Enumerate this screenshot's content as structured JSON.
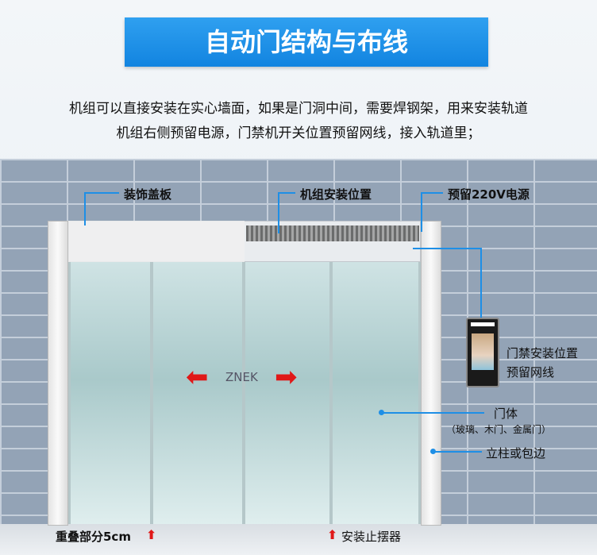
{
  "title": "自动门结构与布线",
  "intro": [
    "机组可以直接安装在实心墙面，如果是门洞中间，需要焊钢架，用来安装轨道",
    "机组右侧预留电源，门禁机开关位置预留网线，接入轨道里；"
  ],
  "labels": {
    "cover": "装饰盖板",
    "unit": "机组安装位置",
    "power": "预留220V电源",
    "access": "门禁安装位置",
    "network": "预留网线",
    "door": "门体",
    "door_types": "（玻璃、木门、金属门）",
    "column": "立柱或包边",
    "overlap": "重叠部分5cm",
    "stopper": "安装止摆器"
  },
  "brand": "ZNEK",
  "colors": {
    "accent": "#1e8fe6",
    "arrow": "#e01818"
  }
}
